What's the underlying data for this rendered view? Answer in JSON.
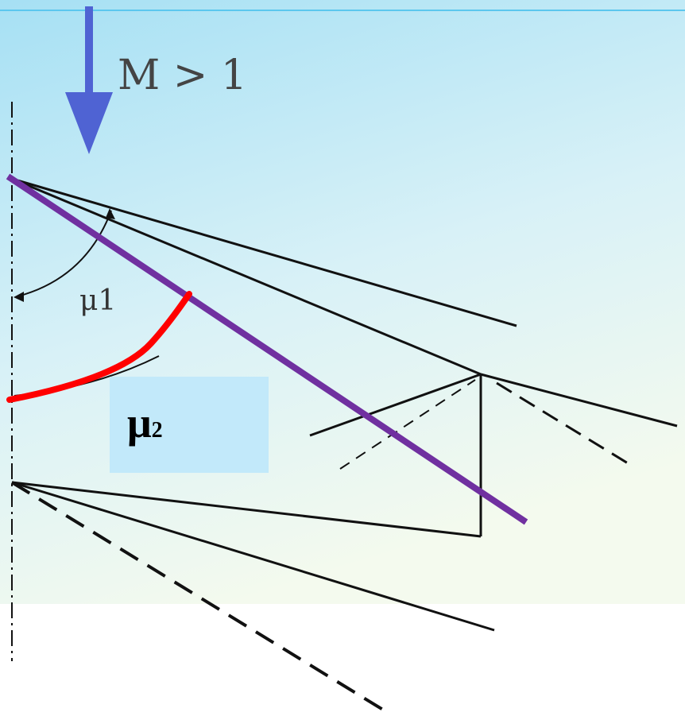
{
  "labels": {
    "mach": "M > 1",
    "mu1": "μ1",
    "mu2_symbol": "μ",
    "mu2_subscript": "2"
  },
  "colors": {
    "background_top": "#a8e2f5",
    "background_bottom": "#f4faee",
    "top_border": "#5cc7ee",
    "flow_arrow": "#4f63d3",
    "highlight_line": "#7030a0",
    "highlight_arc": "#ff0000",
    "mu2_box": "#c2e9fa",
    "lines": "#111111"
  }
}
